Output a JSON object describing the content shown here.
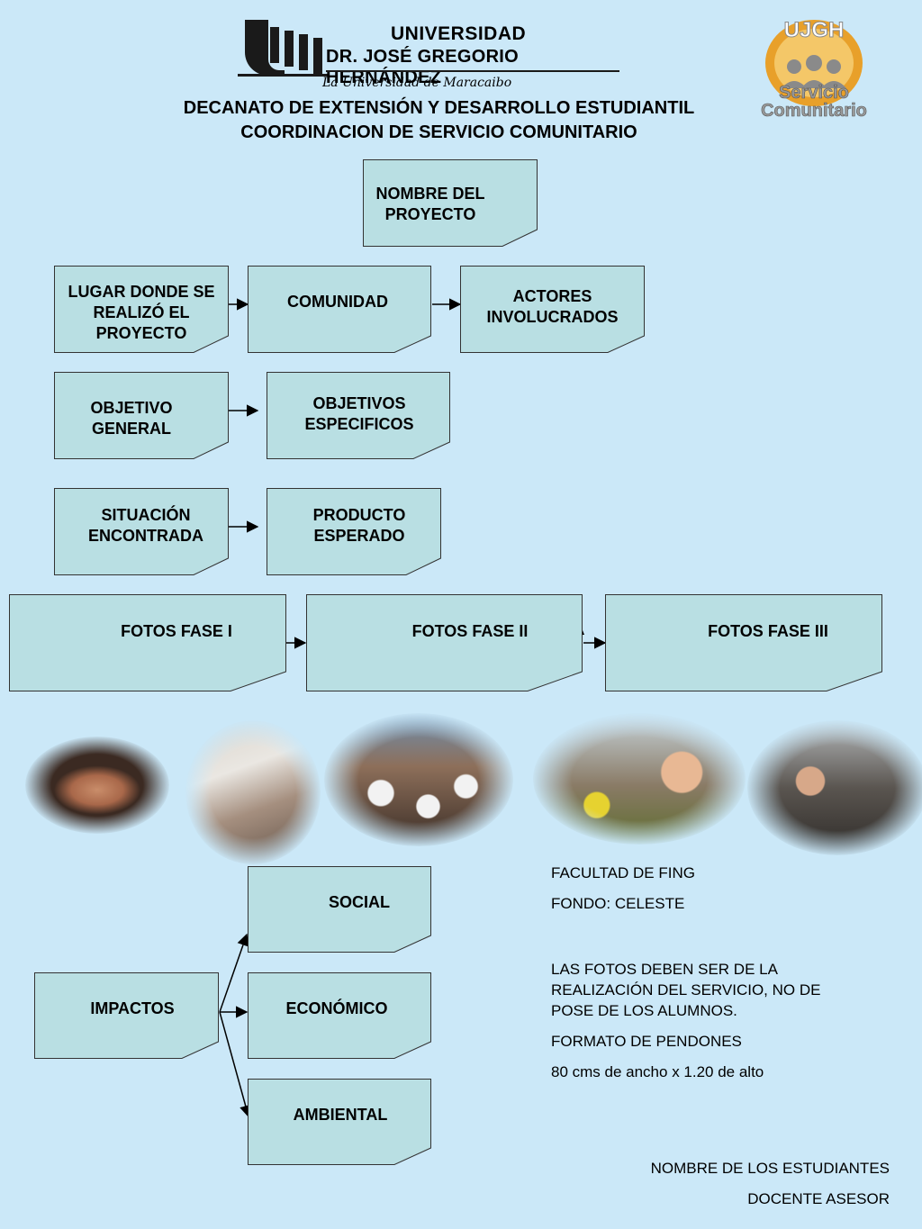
{
  "header": {
    "university_line1": "UNIVERSIDAD",
    "university_line2": "DR. JOSÉ GREGORIO HERNÁNDEZ",
    "tagline": "La Universidad de Maracaibo",
    "title_line1": "DECANATO DE EXTENSIÓN Y DESARROLLO ESTUDIANTIL",
    "title_line2": "COORDINACION DE SERVICIO COMUNITARIO",
    "badge_top": "UJGH",
    "badge_line1": "Servicio",
    "badge_line2": "Comunitario"
  },
  "boxes": {
    "project_name": "NOMBRE DEL\nPROYECTO",
    "location": "LUGAR DONDE SE\nREALIZÓ EL\nPROYECTO",
    "community": "COMUNIDAD",
    "actors": "ACTORES\nINVOLUCRADOS",
    "general_objective": "OBJETIVO\nGENERAL",
    "specific_objectives": "OBJETIVOS\nESPECIFICOS",
    "situation": "SITUACIÓN\nENCONTRADA",
    "product": "PRODUCTO\nESPERADO",
    "photos_1": "FOTOS FASE I",
    "photos_2": "FOTOS FASE II",
    "photos_3": "FOTOS FASE III",
    "impacts": "IMPACTOS",
    "social": "SOCIAL",
    "economic": "ECONÓMICO",
    "environmental": "AMBIENTAL"
  },
  "notes": {
    "faculty": "FACULTAD DE FING",
    "background": "FONDO: CELESTE",
    "photos_rule": "LAS FOTOS DEBEN  SER DE LA\nREALIZACIÓN DEL SERVICIO, NO DE\nPOSE DE LOS ALUMNOS.",
    "format": "FORMATO DE PENDONES",
    "size": "80 cms de ancho x 1.20 de alto"
  },
  "footer": {
    "students": "NOMBRE DE LOS ESTUDIANTES",
    "advisor": "DOCENTE ASESOR"
  },
  "colors": {
    "background": "#cbe8f8",
    "box_fill": "#b9dfe3",
    "badge_orange": "#e8a02a"
  },
  "photos": [
    "child-face-photo",
    "nurse-child-photo",
    "classroom-children-photo",
    "children-activity-photo",
    "workshop-photo"
  ]
}
